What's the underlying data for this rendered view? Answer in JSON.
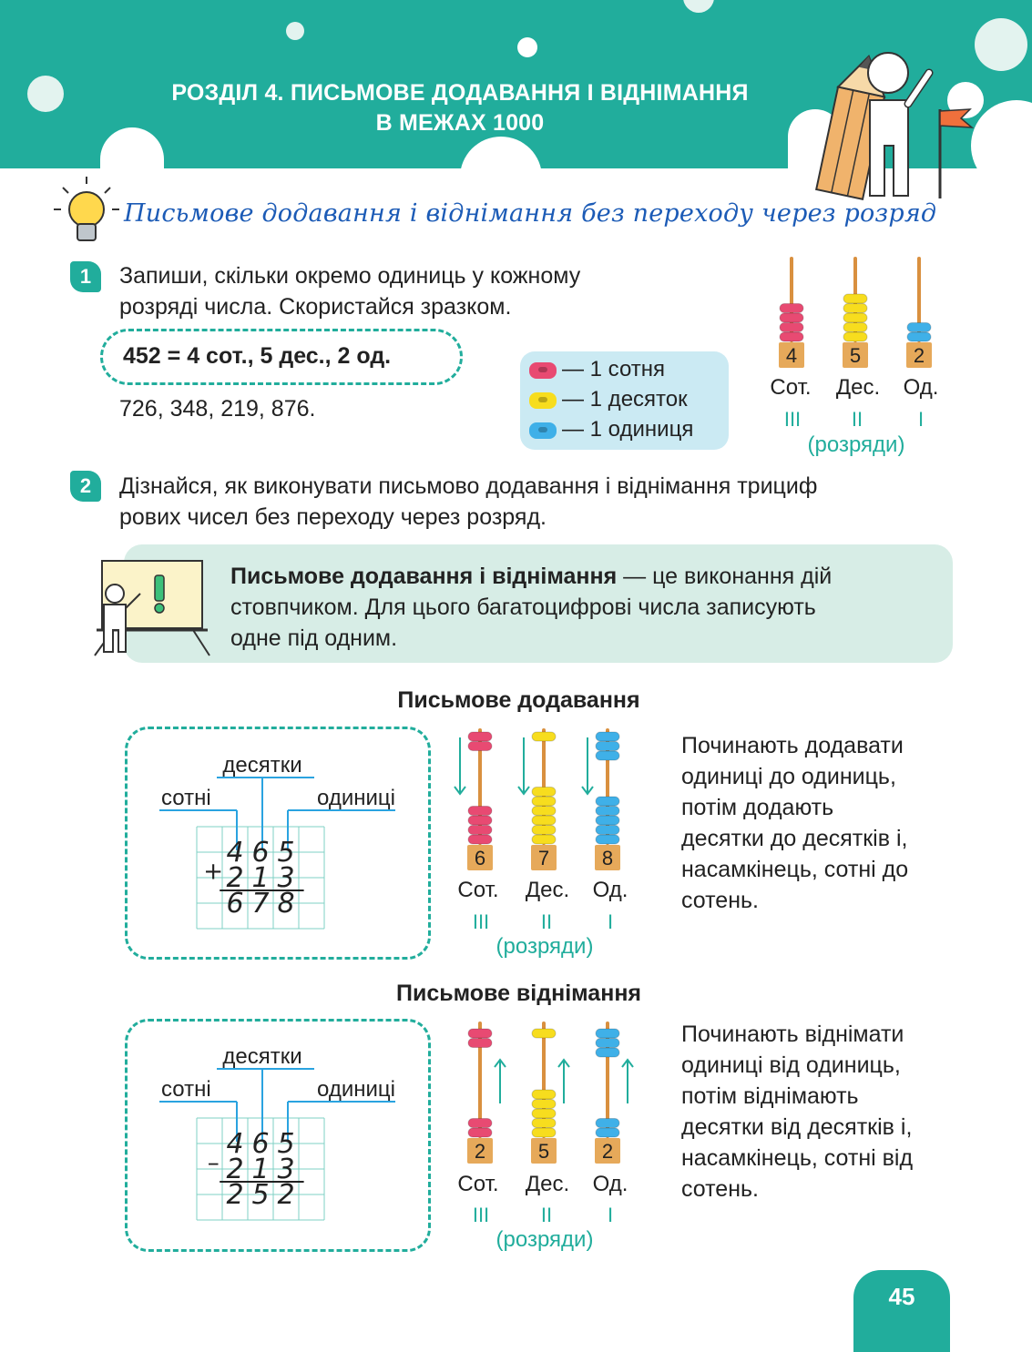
{
  "header": {
    "chapter_title_line1": "РОЗДІЛ 4. ПИСЬМОВЕ ДОДАВАННЯ І ВІДНІМАННЯ",
    "chapter_title_line2": "В МЕЖАХ 1000",
    "color": "#21ad9c"
  },
  "section_title": "Письмове додавання і віднімання без переходу через розряд",
  "task1": {
    "number": "1",
    "line1": "Запиши, скільки окремо одиниць у кожному",
    "line2": "розряді числа. Скористайся зразком.",
    "example": "452 = 4 сот., 5 дес., 2 од.",
    "numbers": "726, 348, 219, 876."
  },
  "legend": {
    "hundred": "— 1 сотня",
    "ten": "— 1 десяток",
    "unit": "— 1 одиниця",
    "colors": {
      "hundred": "#e84a72",
      "ten": "#f7dd1e",
      "unit": "#3fb0e8"
    }
  },
  "abacus_top": {
    "digits": [
      "4",
      "5",
      "2"
    ],
    "labels": [
      "Сот.",
      "Дес.",
      "Од."
    ],
    "ranks": [
      "III",
      "II",
      "I"
    ],
    "caption": "(розряди)"
  },
  "task2": {
    "number": "2",
    "line1": "Дізнайся, як виконувати письмово додавання і віднімання трициф",
    "line2": "рових чисел без переходу через розряд."
  },
  "rule": {
    "term": "Письмове додавання і віднімання",
    "line1_rest": " — це виконання дій",
    "line2": "стовпчиком. Для цього багатоцифрові числа записують",
    "line3": "одне під одним."
  },
  "addition": {
    "heading": "Письмове додавання",
    "labels": {
      "tens": "десятки",
      "hundreds": "сотні",
      "units": "одиниці"
    },
    "sign": "+",
    "row1": [
      "4",
      "6",
      "5"
    ],
    "row2": [
      "2",
      "1",
      "3"
    ],
    "result": [
      "6",
      "7",
      "8"
    ],
    "abacus": {
      "digits": [
        "6",
        "7",
        "8"
      ],
      "labels": [
        "Сот.",
        "Дес.",
        "Од."
      ],
      "ranks": [
        "III",
        "II",
        "I"
      ],
      "caption": "(розряди)"
    },
    "description": [
      "Починають додавати",
      "одиниці до одиниць,",
      "потім додають",
      "десятки до десятків і,",
      "насамкінець, сотні до",
      "сотень."
    ]
  },
  "subtraction": {
    "heading": "Письмове віднімання",
    "labels": {
      "tens": "десятки",
      "hundreds": "сотні",
      "units": "одиниці"
    },
    "sign": "–",
    "row1": [
      "4",
      "6",
      "5"
    ],
    "row2": [
      "2",
      "1",
      "3"
    ],
    "result": [
      "2",
      "5",
      "2"
    ],
    "abacus": {
      "digits": [
        "2",
        "5",
        "2"
      ],
      "labels": [
        "Сот.",
        "Дес.",
        "Од."
      ],
      "ranks": [
        "III",
        "II",
        "I"
      ],
      "caption": "(розряди)"
    },
    "description": [
      "Починають віднімати",
      "одиниці від одиниць,",
      "потім віднімають",
      "десятки від десятків і,",
      "насамкінець, сотні від",
      "сотень."
    ]
  },
  "page_number": "45"
}
